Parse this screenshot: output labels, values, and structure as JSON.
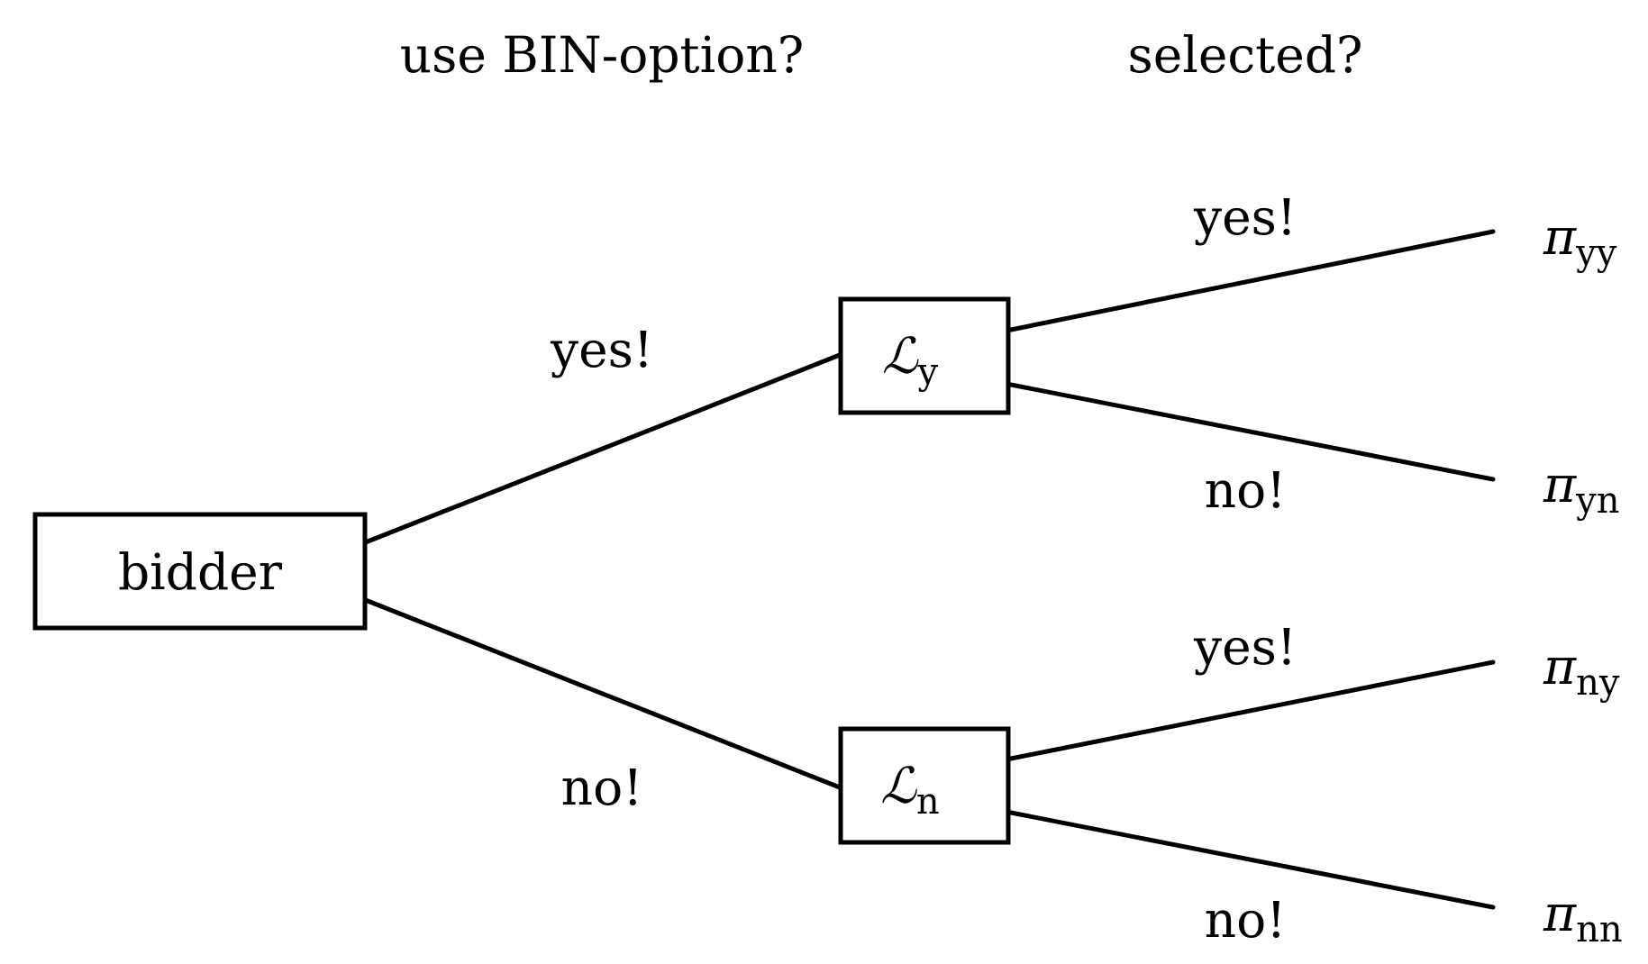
{
  "headers": {
    "stage1": "use BIN-option?",
    "stage2": "selected?"
  },
  "nodes": {
    "root": "bidder",
    "ly_main": "ℒ",
    "ly_sub": "y",
    "ln_main": "ℒ",
    "ln_sub": "n"
  },
  "branches": {
    "root_yes": "yes!",
    "root_no": "no!",
    "ly_yes": "yes!",
    "ly_no": "no!",
    "ln_yes": "yes!",
    "ln_no": "no!"
  },
  "payoffs": {
    "yy_main": "π",
    "yy_sub": "yy",
    "yn_main": "π",
    "yn_sub": "yn",
    "ny_main": "π",
    "ny_sub": "ny",
    "nn_main": "π",
    "nn_sub": "nn"
  }
}
